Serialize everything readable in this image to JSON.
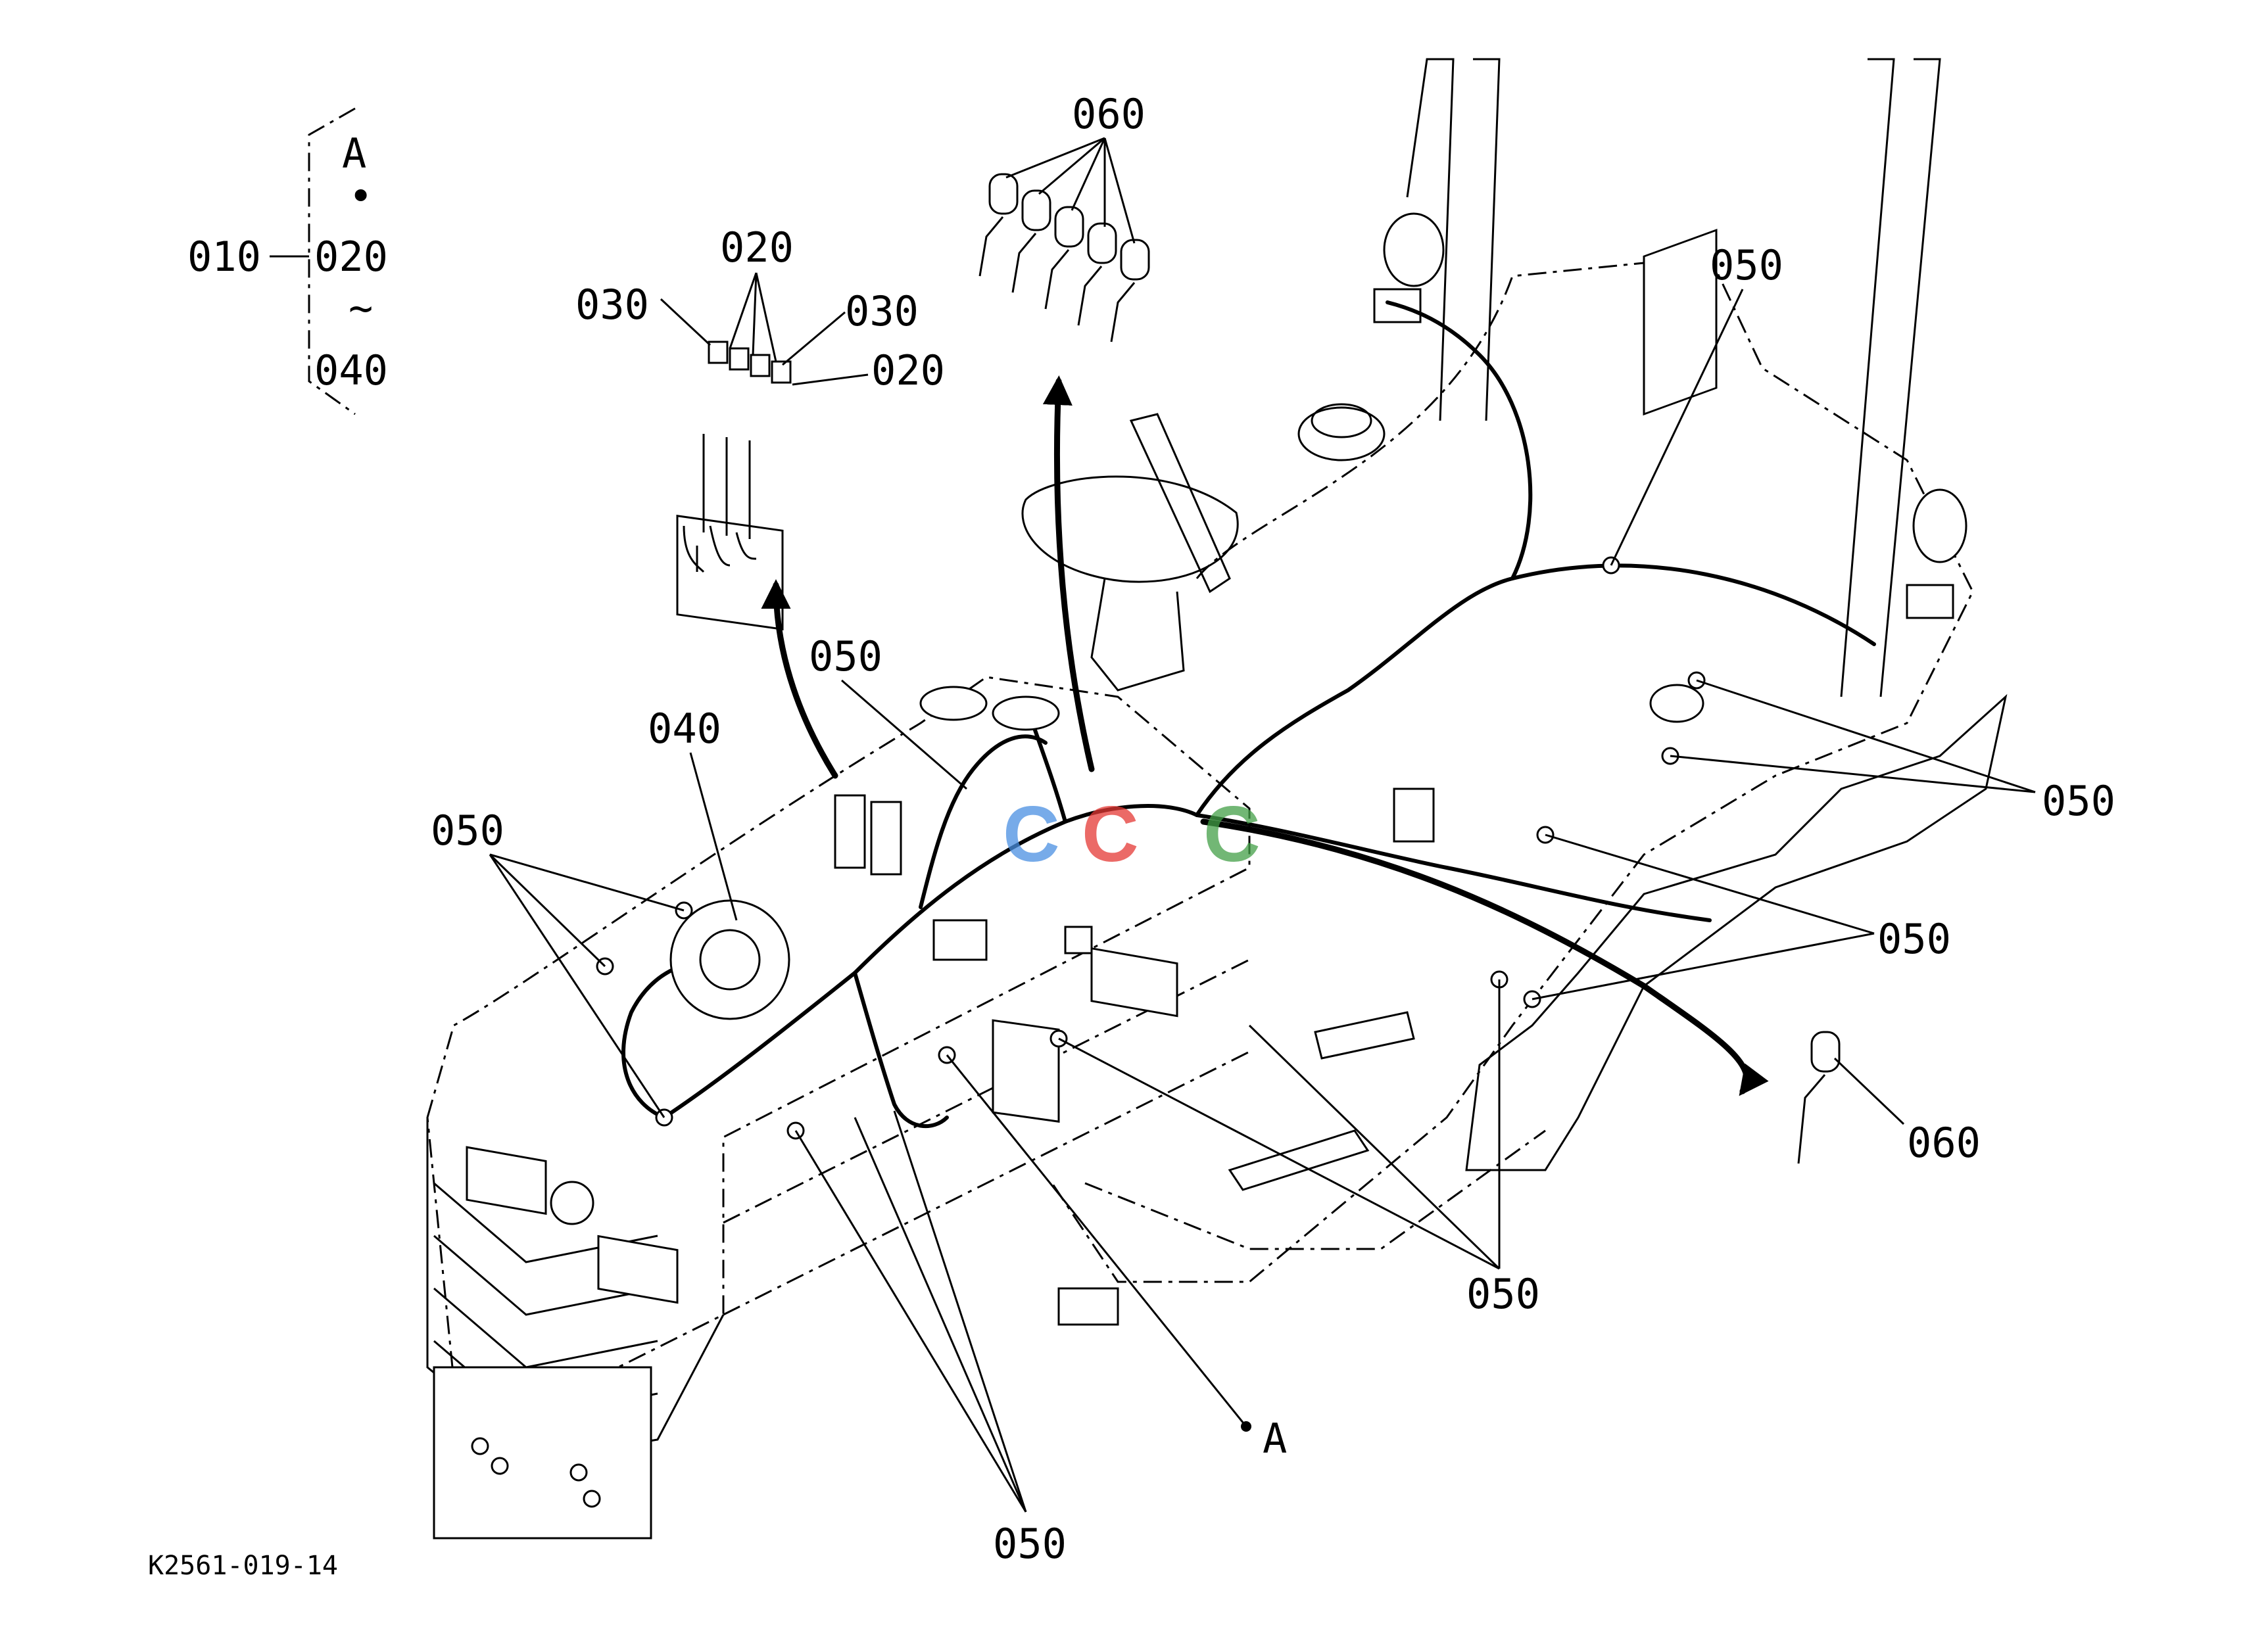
{
  "legend": {
    "parent": "010",
    "items": [
      "A",
      "•",
      "020",
      "~",
      "040"
    ]
  },
  "callouts": {
    "c030a": "030",
    "c020a": "020",
    "c030b": "030",
    "c020b": "020",
    "c060a": "060",
    "c050a": "050",
    "c040": "040",
    "c050b": "050",
    "c050c": "050",
    "c050d": "050",
    "c050e": "050",
    "c050f": "050",
    "c060b": "060",
    "cA": "A",
    "c050g": "050"
  },
  "drawing_code": "K2561-019-14",
  "watermark": {
    "letters": [
      "C",
      "C",
      "C"
    ],
    "colors": [
      "#4a90e2",
      "#e53935",
      "#43a047"
    ]
  }
}
